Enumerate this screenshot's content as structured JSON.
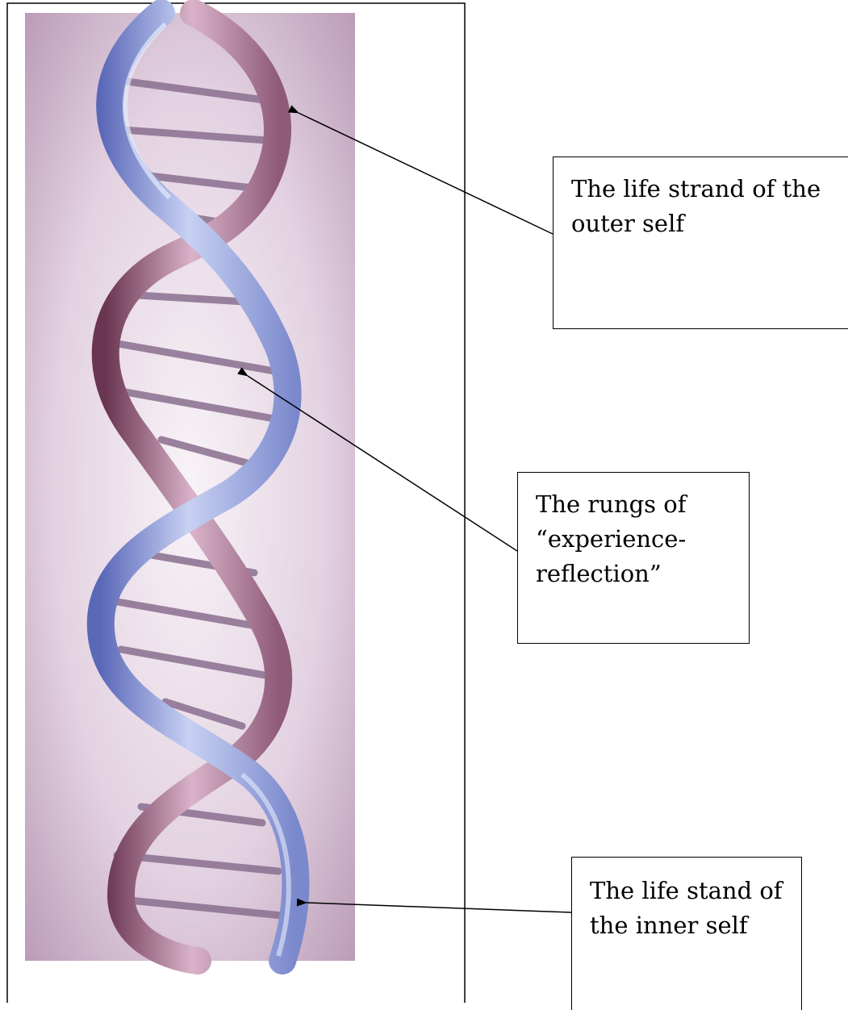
{
  "callouts": {
    "outer": [
      "The life strand of the",
      "outer self"
    ],
    "rungs": [
      "The rungs of",
      "“experience-",
      "reflection”"
    ],
    "inner": [
      "The life stand of",
      "the inner self"
    ]
  },
  "colors": {
    "background_gradient_light": "#f6eef5",
    "background_gradient_dark": "#b898b3",
    "blue_strand": "#8a9ad8",
    "blue_strand_highlight": "#c8d2f2",
    "pink_strand": "#b88aa8",
    "pink_strand_dark": "#6a3550",
    "rung": "#8a6f90",
    "arrow": "#000000"
  },
  "icons": {
    "illustration": "dna-double-helix-icon",
    "pointer": "arrow-icon"
  }
}
